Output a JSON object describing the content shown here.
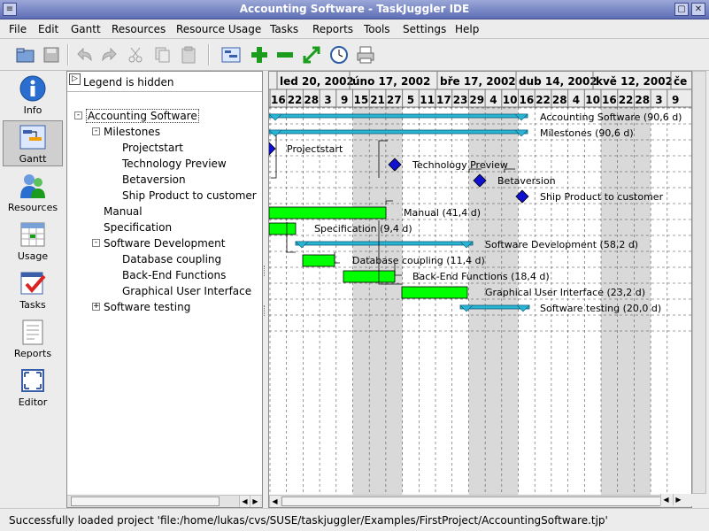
{
  "window": {
    "title": "Accounting Software - TaskJuggler IDE",
    "close_glyph": "✕",
    "menu_glyph": "≡",
    "maximize_glyph": "▢"
  },
  "menu": [
    {
      "label": "File"
    },
    {
      "label": "Edit"
    },
    {
      "label": "Gantt"
    },
    {
      "label": "Resources"
    },
    {
      "label": "Resource Usage"
    },
    {
      "label": "Tasks"
    },
    {
      "label": "Reports"
    },
    {
      "label": "Tools"
    },
    {
      "label": "Settings"
    },
    {
      "label": "Help"
    }
  ],
  "toolbar": [
    {
      "name": "open-folder-icon"
    },
    {
      "name": "save-icon"
    },
    {
      "name": "undo-icon"
    },
    {
      "name": "redo-icon"
    },
    {
      "name": "cut-icon"
    },
    {
      "name": "copy-icon"
    },
    {
      "name": "paste-icon"
    },
    {
      "name": "gantt-view-icon"
    },
    {
      "name": "zoom-in-icon"
    },
    {
      "name": "zoom-out-icon"
    },
    {
      "name": "zoom-fit-icon"
    },
    {
      "name": "clock-icon"
    },
    {
      "name": "print-icon"
    }
  ],
  "sidebar": [
    {
      "label": "Info",
      "icon": "info-icon",
      "active": false
    },
    {
      "label": "Gantt",
      "icon": "gantt-icon",
      "active": true
    },
    {
      "label": "Resources",
      "icon": "resources-icon",
      "active": false
    },
    {
      "label": "Usage",
      "icon": "usage-icon",
      "active": false
    },
    {
      "label": "Tasks",
      "icon": "tasks-icon",
      "active": false
    },
    {
      "label": "Reports",
      "icon": "reports-icon",
      "active": false
    },
    {
      "label": "Editor",
      "icon": "editor-icon",
      "active": false
    }
  ],
  "legend": {
    "text": "Legend is hidden",
    "toggle_glyph": "▷"
  },
  "tree": [
    {
      "label": "Accounting Software",
      "level": 0,
      "expander": "-"
    },
    {
      "label": "Milestones",
      "level": 1,
      "expander": "-"
    },
    {
      "label": "Projectstart",
      "level": 2,
      "expander": ""
    },
    {
      "label": "Technology Preview",
      "level": 2,
      "expander": ""
    },
    {
      "label": "Betaversion",
      "level": 2,
      "expander": ""
    },
    {
      "label": "Ship Product to customer",
      "level": 2,
      "expander": ""
    },
    {
      "label": "Manual",
      "level": 1,
      "expander": ""
    },
    {
      "label": "Specification",
      "level": 1,
      "expander": ""
    },
    {
      "label": "Software Development",
      "level": 1,
      "expander": "-"
    },
    {
      "label": "Database coupling",
      "level": 2,
      "expander": ""
    },
    {
      "label": "Back-End Functions",
      "level": 2,
      "expander": ""
    },
    {
      "label": "Graphical User Interface",
      "level": 2,
      "expander": ""
    },
    {
      "label": "Software testing",
      "level": 1,
      "expander": "+"
    }
  ],
  "gantt": {
    "months": [
      "led 20, 2002",
      "úno 17, 2002",
      "bře 17, 2002",
      "dub 14, 2002",
      "kvě 12, 2002",
      "če"
    ],
    "days": [
      "16",
      "22",
      "28",
      "3",
      "9",
      "15",
      "21",
      "27",
      "5",
      "11",
      "17",
      "23",
      "29",
      "4",
      "10",
      "16",
      "22",
      "28",
      "4",
      "10",
      "16",
      "22",
      "28",
      "3",
      "9"
    ],
    "bars": [
      {
        "label": "Accounting Software (90,6 d)",
        "kind": "summary"
      },
      {
        "label": "Milestones (90,6 d)",
        "kind": "summary"
      },
      {
        "label": "Projectstart",
        "kind": "milestone"
      },
      {
        "label": "Technology Preview",
        "kind": "milestone"
      },
      {
        "label": "Betaversion",
        "kind": "milestone"
      },
      {
        "label": "Ship Product to customer",
        "kind": "milestone"
      },
      {
        "label": "Manual (41,4 d)",
        "kind": "task"
      },
      {
        "label": "Specification (9,4 d)",
        "kind": "task"
      },
      {
        "label": "Software Development (58,2 d)",
        "kind": "summary"
      },
      {
        "label": "Database coupling (11,4 d)",
        "kind": "task"
      },
      {
        "label": "Back-End Functions (18,4 d)",
        "kind": "task"
      },
      {
        "label": "Graphical User Interface (23,2 d)",
        "kind": "task"
      },
      {
        "label": "Software testing (20,0 d)",
        "kind": "summary"
      }
    ]
  },
  "status": {
    "text": "Successfully loaded project 'file:/home/lukas/cvs/SUSE/taskjuggler/Examples/FirstProject/AccountingSoftware.tjp'"
  },
  "colors": {
    "task": "#00ff00",
    "summary": "#2ab4d4",
    "milestone": "#1010d0",
    "weekend_shade": "#d9d9d9"
  }
}
